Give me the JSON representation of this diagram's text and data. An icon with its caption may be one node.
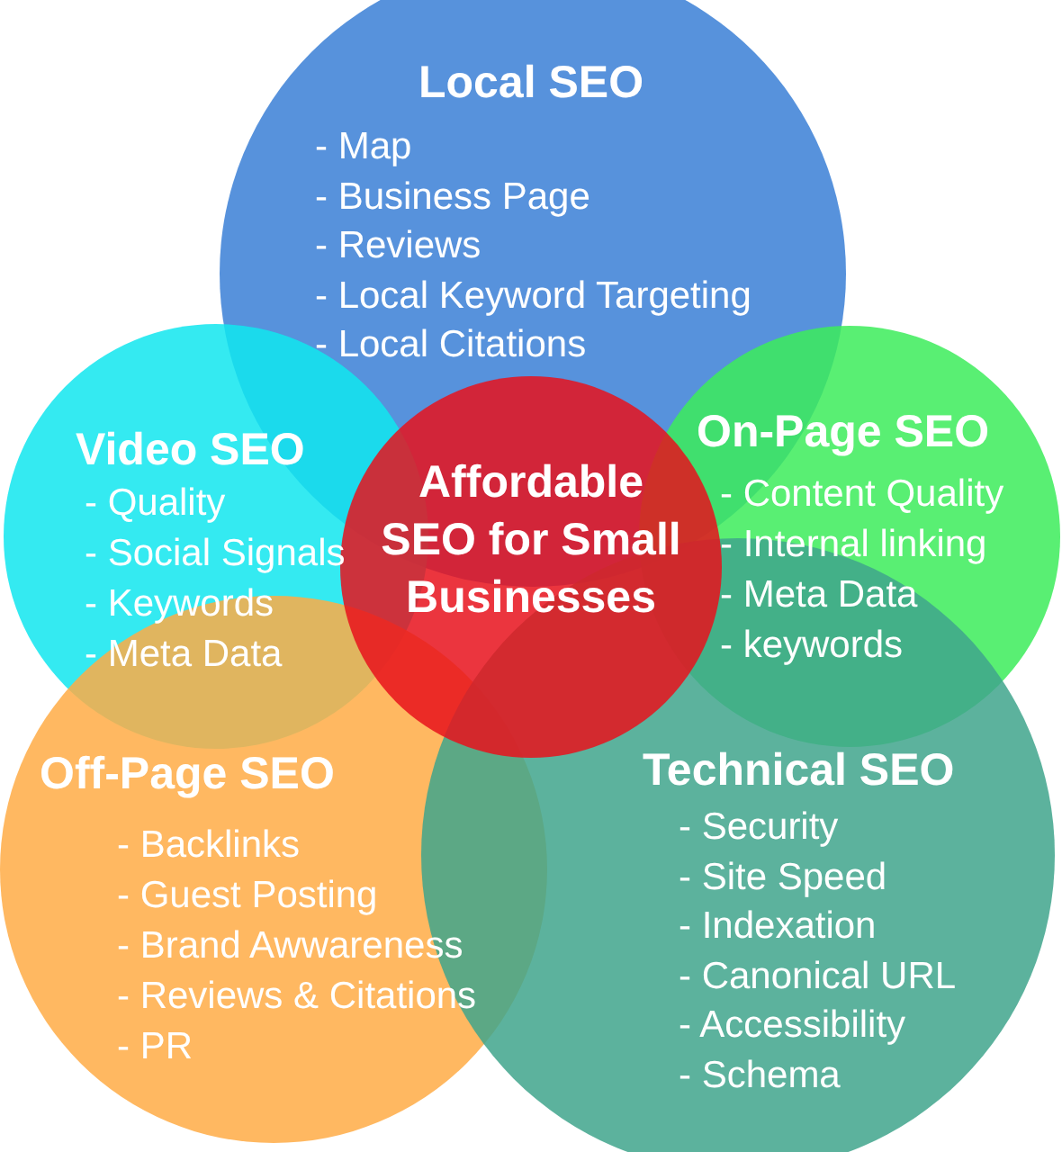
{
  "diagram": {
    "nodes": [
      {
        "text": [
          "Local SEO",
          "- Map",
          "- Business Page",
          "- Reviews",
          "- Local Keyword Targeting",
          "- Local Citations"
        ]
      },
      {
        "text": [
          "Video SEO",
          "- Quality",
          "- Social Signals",
          "- Keywords",
          "- Meta Data"
        ]
      },
      {
        "text": [
          "Affordable SEO for Small Businesses"
        ]
      },
      {
        "text": [
          "On-Page SEO",
          "- Content Quality",
          "- Internal linking",
          "- Meta Data",
          "- keywords"
        ]
      },
      {
        "text": [
          "Off-Page SEO",
          "- Backlinks",
          "- Guest Posting",
          "- Brand Awwareness",
          "- Reviews & Citations",
          "- PR"
        ]
      },
      {
        "text": [
          "Technical SEO",
          "- Security",
          "- Site Speed",
          "- Indexation",
          "- Canonical URL",
          "- Accessibility",
          "- Schema"
        ]
      }
    ],
    "edges": []
  }
}
